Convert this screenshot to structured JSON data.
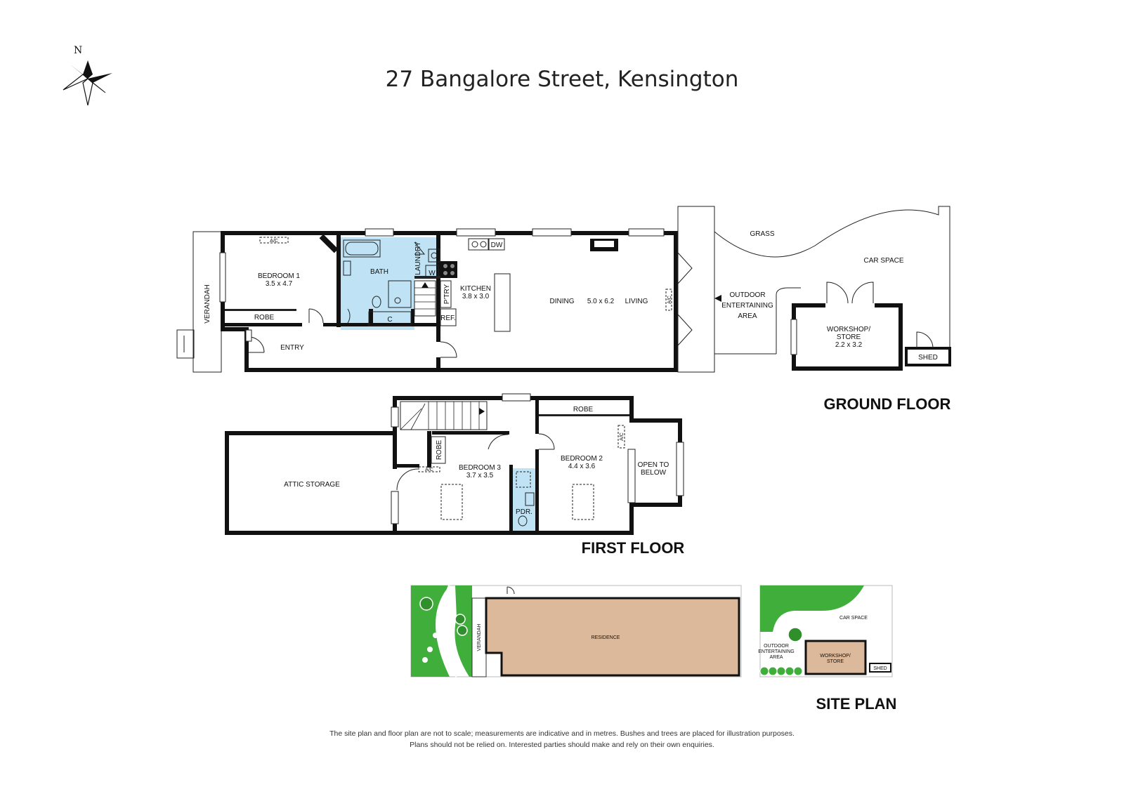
{
  "title": "27 Bangalore Street, Kensington",
  "compass": {
    "north_label": "N"
  },
  "ground_floor": {
    "label": "GROUND FLOOR",
    "verandah": "VERANDAH",
    "bedroom1": {
      "name": "BEDROOM 1",
      "dims": "3.5 x 4.7"
    },
    "ac1": "A/C",
    "robe1": "ROBE",
    "bath": "BATH",
    "laundry": "LAUNDRY",
    "w": "W",
    "c": "C",
    "dw": "DW",
    "kitchen": {
      "name": "KITCHEN",
      "dims": "3.8 x 3.0"
    },
    "ptry": "P'TRY",
    "ref": "REF.",
    "entry": "ENTRY",
    "dining": "DINING",
    "dining_dims": "5.0 x 6.2",
    "living": "LIVING",
    "ac2": "A/C",
    "grass": "GRASS",
    "car_space": "CAR SPACE",
    "outdoor": [
      "OUTDOOR",
      "ENTERTAINING",
      "AREA"
    ],
    "workshop": {
      "name": [
        "WORKSHOP/",
        "STORE"
      ],
      "dims": "2.2 x 3.2"
    },
    "shed": "SHED"
  },
  "first_floor": {
    "label": "FIRST FLOOR",
    "attic": "ATTIC STORAGE",
    "robe_small": "ROBE",
    "ac": "A/C",
    "bedroom3": {
      "name": "BEDROOM 3",
      "dims": "3.7 x 3.5"
    },
    "robe2": "ROBE",
    "bedroom2": {
      "name": "BEDROOM 2",
      "dims": "4.4 x 3.6"
    },
    "ac2": "A/C",
    "pdr": "PDR.",
    "open_to_below": [
      "OPEN TO",
      "BELOW"
    ]
  },
  "site_plan": {
    "label": "SITE PLAN",
    "verandah": "VERANDAH",
    "residence": "RESIDENCE",
    "car_space": "CAR SPACE",
    "outdoor": [
      "OUTDOOR",
      "ENTERTAINING",
      "AREA"
    ],
    "workshop": [
      "WORKSHOP/",
      "STORE"
    ],
    "shed": "SHED"
  },
  "disclaimer": [
    "The site plan and floor plan are not to scale; measurements are indicative and in metres. Bushes and trees are placed for illustration purposes.",
    "Plans should not be relied on. Interested parties should make and rely on their own enquiries."
  ],
  "colors": {
    "wet_area": "#bfe3f5",
    "residence_fill": "#dcb99a",
    "garden_green": "#3fae3a",
    "wall": "#111111"
  }
}
